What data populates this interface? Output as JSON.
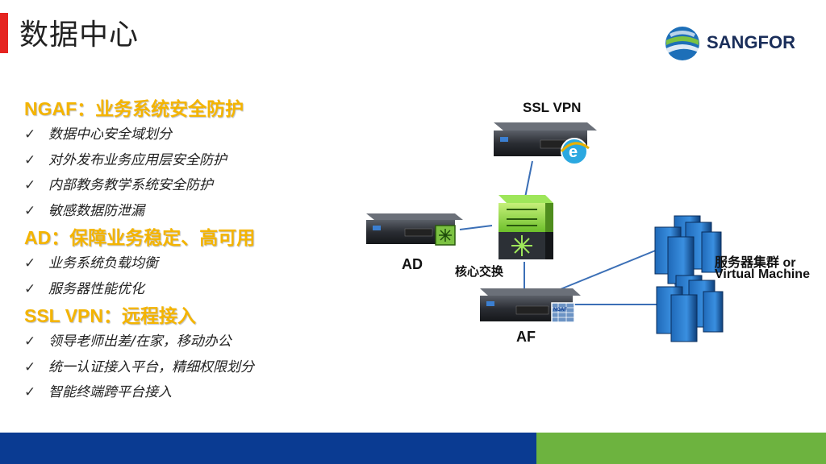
{
  "slide": {
    "title": "数据中心",
    "accent_color": "#e52420"
  },
  "logo": {
    "text": "SANGFOR",
    "icon": "sangfor-globe-icon"
  },
  "sections": [
    {
      "title": "NGAF：业务系统安全防护",
      "items": [
        "数据中心安全域划分",
        "对外发布业务应用层安全防护",
        "内部教务教学系统安全防护",
        "敏感数据防泄漏"
      ]
    },
    {
      "title": "AD：保障业务稳定、高可用",
      "items": [
        "业务系统负载均衡",
        "服务器性能优化"
      ]
    },
    {
      "title": "SSL VPN：远程接入",
      "items": [
        "领导老师出差/在家，移动办公",
        "统一认证接入平台，精细权限划分",
        "智能终端跨平台接入"
      ]
    }
  ],
  "check_mark": "✓",
  "diagram": {
    "ssl_vpn_label": "SSL VPN",
    "ad_label": "AD",
    "core_switch_label": "核心交换",
    "af_label": "AF",
    "server_cluster_label_line1": "服务器集群 or",
    "server_cluster_label_line2": "Virtual Machine",
    "af_badge_text": "NGAF",
    "link_color": "#3b6fb6"
  },
  "footer": {
    "left_color": "#0a3b92",
    "right_color": "#6db33f"
  }
}
